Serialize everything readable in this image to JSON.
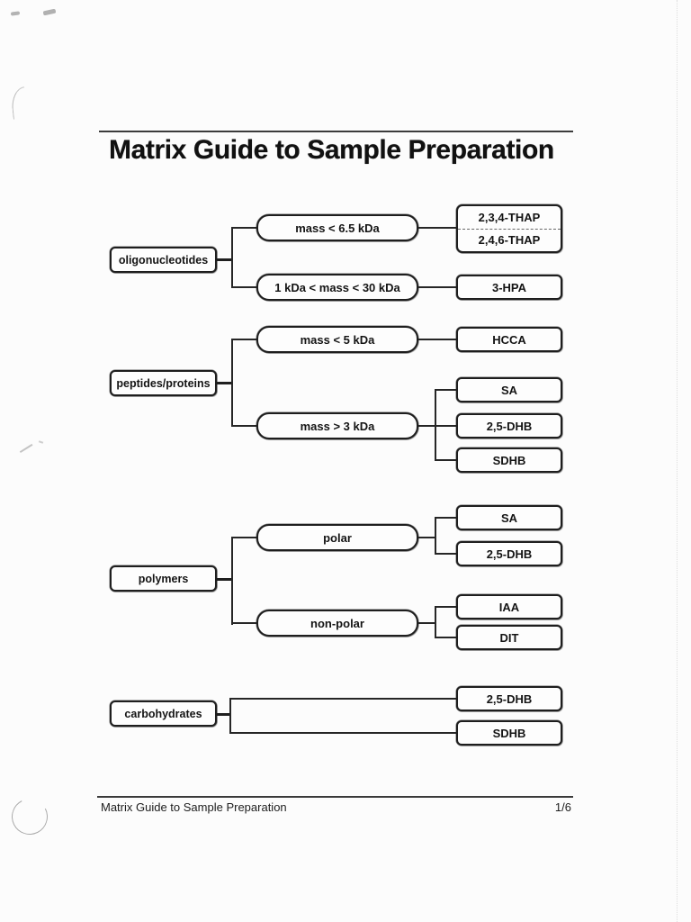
{
  "page": {
    "title": "Matrix Guide to Sample Preparation",
    "footer_left": "Matrix Guide to Sample Preparation",
    "footer_right": "1/6"
  },
  "colors": {
    "ink": "#1e1e1e",
    "paper": "#fcfcfc",
    "line": "#262626"
  },
  "diagram": {
    "type": "decision-tree",
    "groups": [
      {
        "category": "oligonucleotides",
        "branches": [
          {
            "condition": "mass < 6.5 kDa",
            "matrices": [
              "2,3,4-THAP",
              "2,4,6-THAP"
            ]
          },
          {
            "condition": "1 kDa < mass < 30 kDa",
            "matrices": [
              "3-HPA"
            ]
          }
        ]
      },
      {
        "category": "peptides/proteins",
        "branches": [
          {
            "condition": "mass < 5 kDa",
            "matrices": [
              "HCCA"
            ]
          },
          {
            "condition": "mass > 3 kDa",
            "matrices": [
              "SA",
              "2,5-DHB",
              "SDHB"
            ]
          }
        ]
      },
      {
        "category": "polymers",
        "branches": [
          {
            "condition": "polar",
            "matrices": [
              "SA",
              "2,5-DHB"
            ]
          },
          {
            "condition": "non-polar",
            "matrices": [
              "IAA",
              "DIT"
            ]
          }
        ]
      },
      {
        "category": "carbohydrates",
        "branches": [
          {
            "condition": "",
            "matrices": [
              "2,5-DHB",
              "SDHB"
            ]
          }
        ]
      }
    ]
  }
}
